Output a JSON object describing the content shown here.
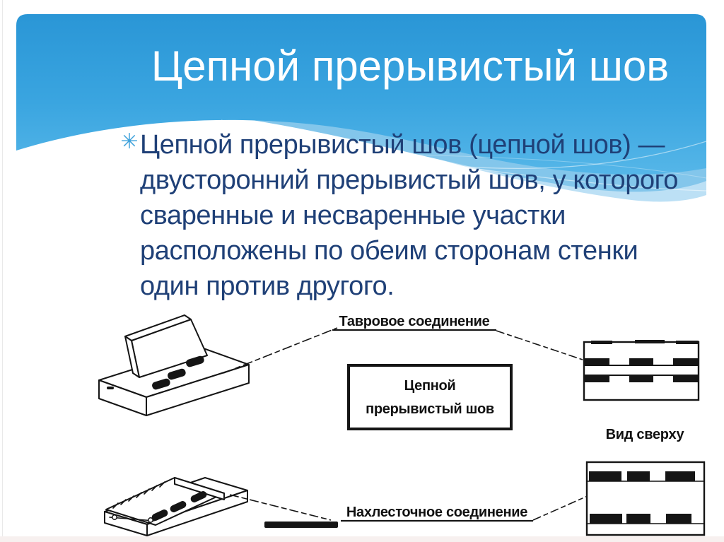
{
  "slide": {
    "title": "Цепной прерывистый шов",
    "bullet_symbol": "✳",
    "body_lines": [
      "Цепной прерывистый шов (цепной шов) —",
      "двусторонний прерывистый шов, у которого",
      "сваренные и несваренные участки",
      "расположены по обеим сторонам стенки",
      "один против другого."
    ]
  },
  "diagram": {
    "tee_joint_label": "Тавровое соединение",
    "lap_joint_label": "Нахлесточное соединение",
    "top_view_label": "Вид сверху",
    "center_box": {
      "line1": "Цепной",
      "line2": "прерывистый шов"
    }
  },
  "colors": {
    "header_gradient_top": "#2a96d6",
    "header_gradient_bottom": "#55b6e8",
    "wave_band_medium": "#83c6eb",
    "wave_band_light": "#bce0f5",
    "title_text": "#ffffff",
    "body_text": "#1f4077",
    "bullet": "#3fa2db",
    "diagram_ink": "#151515"
  }
}
